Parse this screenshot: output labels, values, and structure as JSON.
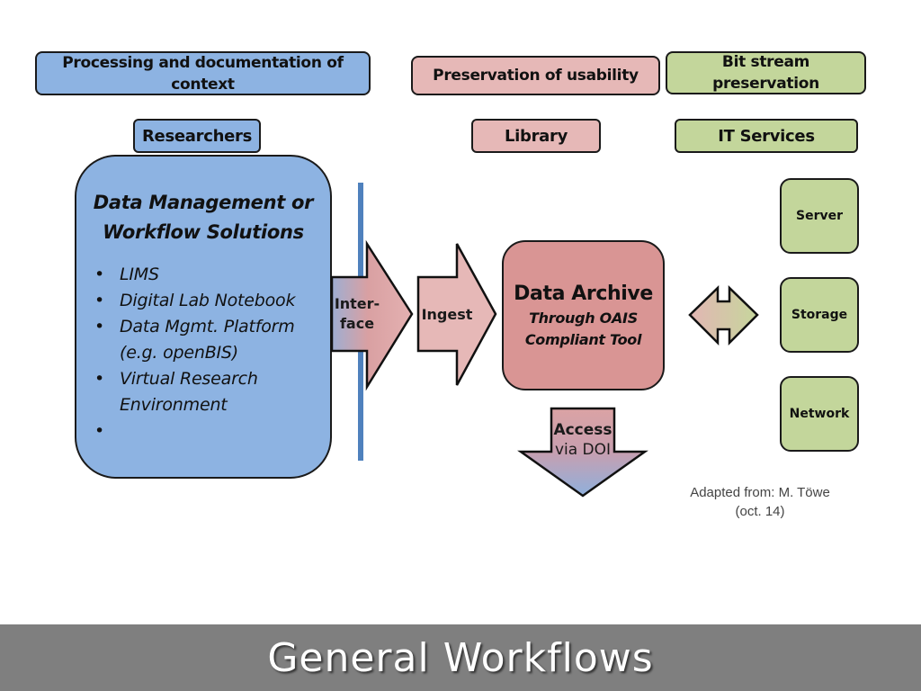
{
  "slide": {
    "title": "General Workflows"
  },
  "headers": {
    "processing": "Processing and documentation of context",
    "usability": "Preservation of usability",
    "bitstream": "Bit stream preservation"
  },
  "roles": {
    "researchers": "Researchers",
    "library": "Library",
    "it_services": "IT Services"
  },
  "data_management": {
    "title": "Data Management or Workflow Solutions",
    "items": [
      "LIMS",
      "Digital Lab Notebook",
      "Data Mgmt. Platform (e.g. openBIS)",
      "Virtual Research Environment",
      ""
    ]
  },
  "arrows": {
    "interface": "Inter-face",
    "interface_line1": "Inter-",
    "interface_line2": "face",
    "ingest": "Ingest",
    "access_line1": "Access",
    "access_line2": "via DOI"
  },
  "archive": {
    "title": "Data Archive",
    "subtitle_line1": "Through OAIS",
    "subtitle_line2": "Compliant Tool"
  },
  "infrastructure": {
    "server": "Server",
    "storage": "Storage",
    "network": "Network"
  },
  "credit": {
    "line1": "Adapted from: M. Töwe",
    "line2": "(oct. 14)"
  },
  "colors": {
    "blue": "#8db3e2",
    "pink": "#e6b8b7",
    "green": "#c3d69b",
    "rose": "#d99594",
    "footer": "#7f7f7f",
    "divider": "#4f81bd"
  }
}
